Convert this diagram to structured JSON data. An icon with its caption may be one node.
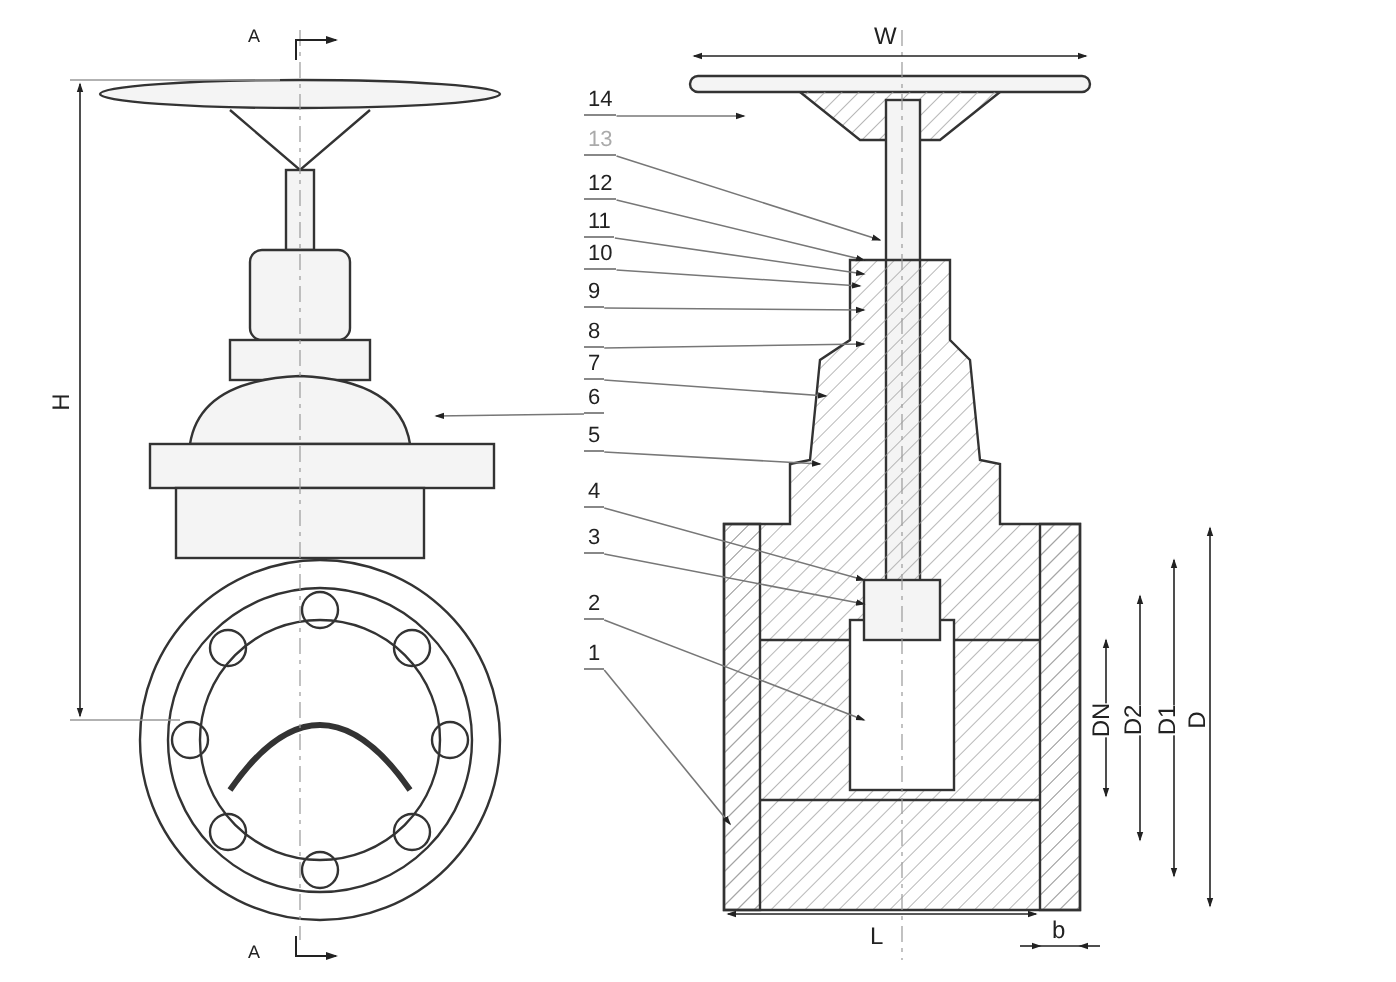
{
  "diagram": {
    "nodes": [
      {
        "text": [
          "14"
        ]
      },
      {
        "text": [
          "13"
        ]
      },
      {
        "text": [
          "12"
        ]
      },
      {
        "text": [
          "11"
        ]
      },
      {
        "text": [
          "10"
        ]
      },
      {
        "text": [
          "9"
        ]
      },
      {
        "text": [
          "8"
        ]
      },
      {
        "text": [
          "7"
        ]
      },
      {
        "text": [
          "6"
        ]
      },
      {
        "text": [
          "5"
        ]
      },
      {
        "text": [
          "4"
        ]
      },
      {
        "text": [
          "3"
        ]
      },
      {
        "text": [
          "2"
        ]
      },
      {
        "text": [
          "1"
        ]
      }
    ],
    "edges": [
      {
        "from": 0,
        "to": null,
        "arrow": "to"
      },
      {
        "from": 1,
        "to": null,
        "arrow": "to"
      },
      {
        "from": 2,
        "to": null,
        "arrow": "to"
      },
      {
        "from": 3,
        "to": null,
        "arrow": "to"
      },
      {
        "from": 4,
        "to": null,
        "arrow": "to"
      },
      {
        "from": 5,
        "to": null,
        "arrow": "to"
      },
      {
        "from": 6,
        "to": null,
        "arrow": "to"
      },
      {
        "from": 7,
        "to": null,
        "arrow": "to"
      },
      {
        "from": 8,
        "to": null,
        "arrow": "to"
      },
      {
        "from": 9,
        "to": null,
        "arrow": "to"
      },
      {
        "from": 10,
        "to": null,
        "arrow": "to"
      },
      {
        "from": 11,
        "to": null,
        "arrow": "to"
      },
      {
        "from": 12,
        "to": null,
        "arrow": "to"
      },
      {
        "from": 13,
        "to": null,
        "arrow": "to"
      }
    ],
    "labels": [
      "A",
      "W",
      "H",
      "DN",
      "D2",
      "D1",
      "D",
      "L",
      "b",
      "A"
    ]
  }
}
